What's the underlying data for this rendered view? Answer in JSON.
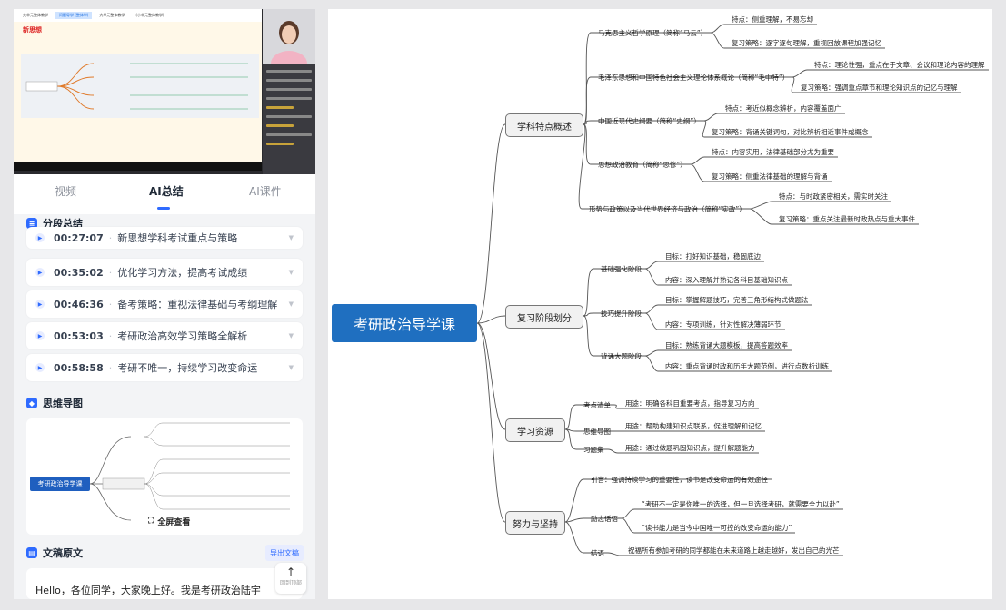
{
  "slide": {
    "tabs": [
      "大单元整体教学",
      "问题导学 (整体学)",
      "大单元整体教学",
      "(小单元整体教学)"
    ],
    "title": "新思想"
  },
  "tabs": {
    "video": "视频",
    "ai_summary": "AI总结",
    "ai_courseware": "AI课件"
  },
  "segment_section_title": "分段总结",
  "segments": [
    {
      "time": "00:27:07",
      "text": "新思想学科考试重点与策略"
    },
    {
      "time": "00:35:02",
      "text": "优化学习方法，提高考试成绩"
    },
    {
      "time": "00:46:36",
      "text": "备考策略：重视法律基础与考纲理解"
    },
    {
      "time": "00:53:03",
      "text": "考研政治高效学习策略全解析"
    },
    {
      "time": "00:58:58",
      "text": "考研不唯一，持续学习改变命运"
    }
  ],
  "mindmap_section_title": "思维导图",
  "mini_map": {
    "root": "考研政治导学课",
    "fullscreen": "全屏查看"
  },
  "transcript_section_title": "文稿原文",
  "export_label": "导出文稿",
  "transcript_text": "Hello，各位同学，大家晚上好。我是考研政治陆宇",
  "back_top_label": "回到顶部",
  "mindmap": {
    "root": "考研政治导学课",
    "branches": [
      {
        "label": "学科特点概述",
        "nodes": [
          {
            "label": "马克思主义哲学原理（简称“马云”）",
            "children": [
              "特点：侧重理解，不易忘却",
              "复习策略：逐字逐句理解，重视回放课程加强记忆"
            ]
          },
          {
            "label": "毛泽东思想和中国特色社会主义理论体系概论（简称“毛中特”）",
            "children": [
              "特点：理论性强，重点在于文章、会议和理论内容的理解",
              "复习策略：强调重点章节和理论知识点的记忆与理解"
            ]
          },
          {
            "label": "中国近现代史纲要（简称“史纲”）",
            "children": [
              "特点：考近似概念辨析，内容覆盖面广",
              "复习策略：背诵关键词句，对比辨析相近事件或概念"
            ]
          },
          {
            "label": "思想政治教育（简称“思修”）",
            "children": [
              "特点：内容实用，法律基础部分尤为重要",
              "复习策略：侧重法律基础的理解与背诵"
            ]
          },
          {
            "label": "形势与政策以及当代世界经济与政治（简称“实政”）",
            "children": [
              "特点：与时政紧密相关，需实时关注",
              "复习策略：重点关注最新时政热点与重大事件"
            ]
          }
        ]
      },
      {
        "label": "复习阶段划分",
        "nodes": [
          {
            "label": "基础强化阶段",
            "children": [
              "目标：打好知识基础，稳固底边",
              "内容：深入理解并熟记各科目基础知识点"
            ]
          },
          {
            "label": "技巧提升阶段",
            "children": [
              "目标：掌握解题技巧，完善三角形结构式做题法",
              "内容：专项训练，针对性解决薄弱环节"
            ]
          },
          {
            "label": "背诵大题阶段",
            "children": [
              "目标：熟练背诵大题模板，提高答题效率",
              "内容：重点背诵时政和历年大题范例，进行点数析训练"
            ]
          }
        ]
      },
      {
        "label": "学习资源",
        "nodes": [
          {
            "label": "考点清单",
            "children": [
              "用途：明确各科目重要考点，指导复习方向"
            ]
          },
          {
            "label": "思维导图",
            "children": [
              "用途：帮助构建知识点联系，促进理解和记忆"
            ]
          },
          {
            "label": "习题集",
            "children": [
              "用途：通过做题巩固知识点，提升解题能力"
            ]
          }
        ]
      },
      {
        "label": "努力与坚持",
        "nodes": [
          {
            "label": "引言：强调持续学习的重要性，读书是改变命运的有效途径",
            "children": []
          },
          {
            "label": "励志话语",
            "children": [
              "“考研不一定是你唯一的选择，但一旦选择考研，就需要全力以赴”",
              "“读书能力是当今中国唯一可控的改变命运的能力”"
            ]
          },
          {
            "label": "结语",
            "children": [
              "祝福所有参加考研的同学都能在未来道路上越走越好，发出自己的光芒"
            ]
          }
        ]
      }
    ]
  }
}
